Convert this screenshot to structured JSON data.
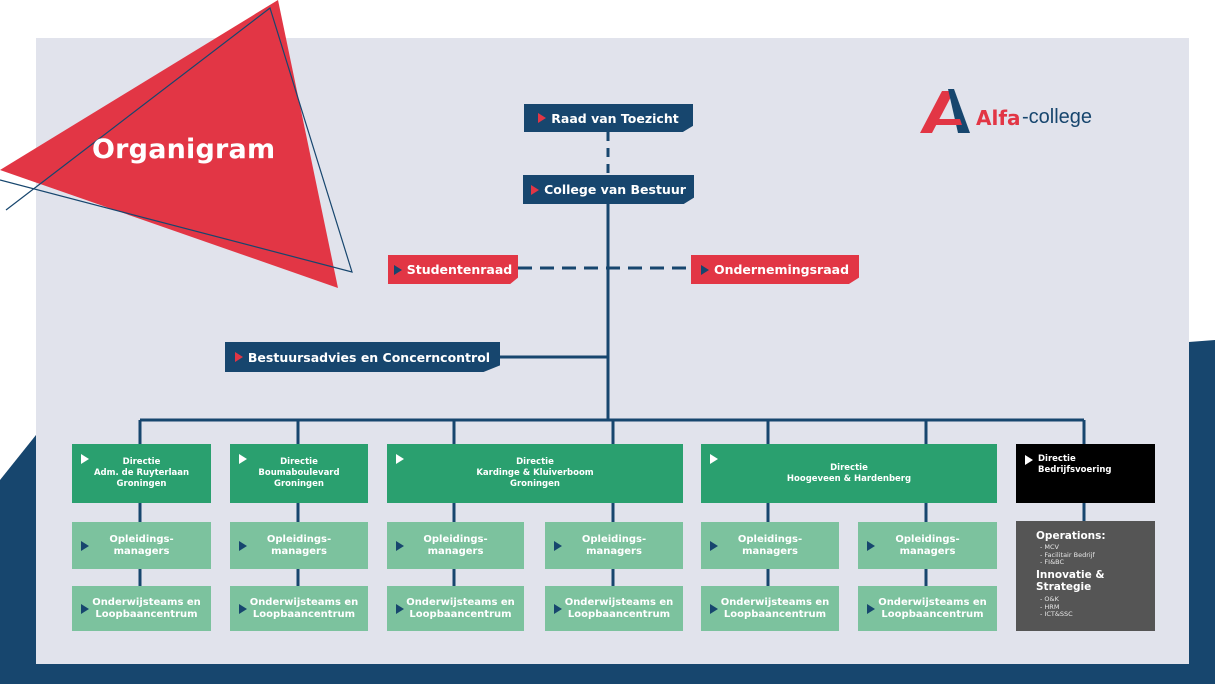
{
  "title": "Organigram",
  "logo": {
    "bold": "Alfa",
    "light": "-college"
  },
  "colors": {
    "navy": "#17466e",
    "red": "#e23645",
    "green": "#2aa06f",
    "light_green": "#7cc29e",
    "black": "#000000",
    "grey": "#555555",
    "panel": "#e1e3ec"
  },
  "top": {
    "raad": "Raad van Toezicht",
    "college": "College van Bestuur",
    "studentenraad": "Studentenraad",
    "ondernemingsraad": "Ondernemingsraad",
    "bestuursadvies": "Bestuursadvies en Concerncontrol"
  },
  "directies": [
    {
      "lines": [
        "Directie",
        "Adm. de Ruyterlaan",
        "Groningen"
      ]
    },
    {
      "lines": [
        "Directie",
        "Boumaboulevard",
        "Groningen"
      ]
    },
    {
      "lines": [
        "Directie",
        "Kardinge & Kluiverboom",
        "Groningen"
      ]
    },
    {
      "lines": [
        "Directie",
        "Hoogeveen & Hardenberg"
      ]
    },
    {
      "lines": [
        "Directie",
        "Bedrijfsvoering"
      ]
    }
  ],
  "opleidingsmanagers": [
    "Opleidings-",
    "managers"
  ],
  "onderwijsteams": [
    "Onderwijsteams en",
    "Loopbaancentrum"
  ],
  "bedrijfsvoering": {
    "operations": {
      "title": "Operations:",
      "items": [
        "- MCV",
        "- Facilitair Bedrijf",
        "- FI&BC"
      ]
    },
    "innovatie": {
      "title_1": "Innovatie &",
      "title_2": "Strategie",
      "items": [
        "- O&K",
        "- HRM",
        "- ICT&SSC"
      ]
    }
  }
}
